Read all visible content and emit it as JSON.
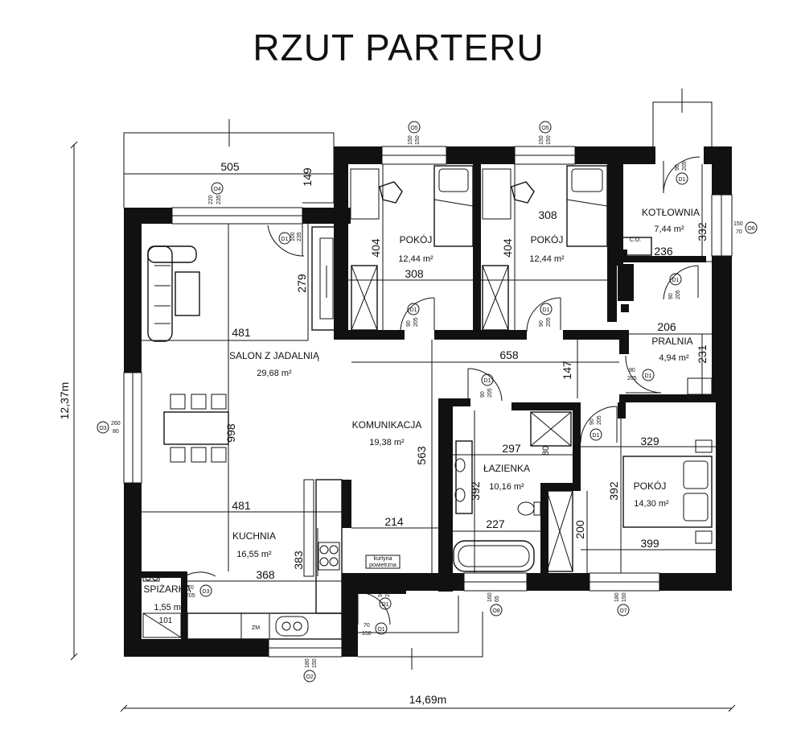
{
  "title": "RZUT PARTERU",
  "overall": {
    "height": "12,37m",
    "width": "14,69m"
  },
  "rooms": {
    "pokoj1": {
      "name": "POKÓJ",
      "area": "12,44 m²"
    },
    "pokoj2": {
      "name": "POKÓJ",
      "area": "12,44 m²"
    },
    "kotlownia": {
      "name": "KOTŁOWNIA",
      "area": "7,44 m²"
    },
    "pralnia": {
      "name": "PRALNIA",
      "area": "4,94 m²"
    },
    "salon": {
      "name": "SALON Z JADALNIĄ",
      "area": "29,68 m²"
    },
    "komunikacja": {
      "name": "KOMUNIKACJA",
      "area": "19,38 m²"
    },
    "lazienka": {
      "name": "ŁAZIENKA",
      "area": "10,16 m²"
    },
    "pokoj3": {
      "name": "POKÓJ",
      "area": "14,30 m²"
    },
    "kuchnia": {
      "name": "KUCHNIA",
      "area": "16,55 m²"
    },
    "spizarka": {
      "name": "SPIŻARKA",
      "area": "1,55 m²"
    }
  },
  "dims": {
    "d505": "505",
    "d149": "149",
    "d308a": "308",
    "d308b": "308",
    "d404a": "404",
    "d404b": "404",
    "d279": "279",
    "d481a": "481",
    "d998": "998",
    "d481b": "481",
    "d383": "383",
    "d368": "368",
    "d214": "214",
    "d563": "563",
    "d658": "658",
    "d147": "147",
    "d206": "206",
    "d231": "231",
    "d236": "236",
    "d332": "332",
    "d297": "297",
    "d392a": "392",
    "d227": "227",
    "d329": "329",
    "d392b": "392",
    "d200": "200",
    "d399": "399",
    "d80": "80",
    "d101": "101"
  },
  "labels": {
    "co": "C.O.",
    "zm": "ZM",
    "kurtyna1": "kurtyna",
    "kurtyna2": "powietrzna"
  },
  "tags": {
    "o1": "O1",
    "o2": "O2",
    "o3": "O3",
    "o4": "O4",
    "o5a": "O5",
    "o5b": "O5",
    "o6": "O6",
    "o7": "O7",
    "o8": "O8",
    "d1": "D1",
    "d3": "D3"
  },
  "tag_sizes": {
    "o4": [
      "220",
      "235"
    ],
    "o5": [
      "150",
      "150"
    ],
    "o6": [
      "150",
      "70"
    ],
    "o3": [
      "260",
      "80"
    ],
    "o2": [
      "180",
      "150"
    ],
    "o8": [
      "160",
      "65"
    ],
    "o7": [
      "180",
      "150"
    ],
    "o1": [
      "70",
      "150"
    ],
    "d1": [
      "90",
      "205"
    ],
    "d1b": [
      "100",
      "235"
    ],
    "d3": [
      "70",
      "205"
    ]
  }
}
